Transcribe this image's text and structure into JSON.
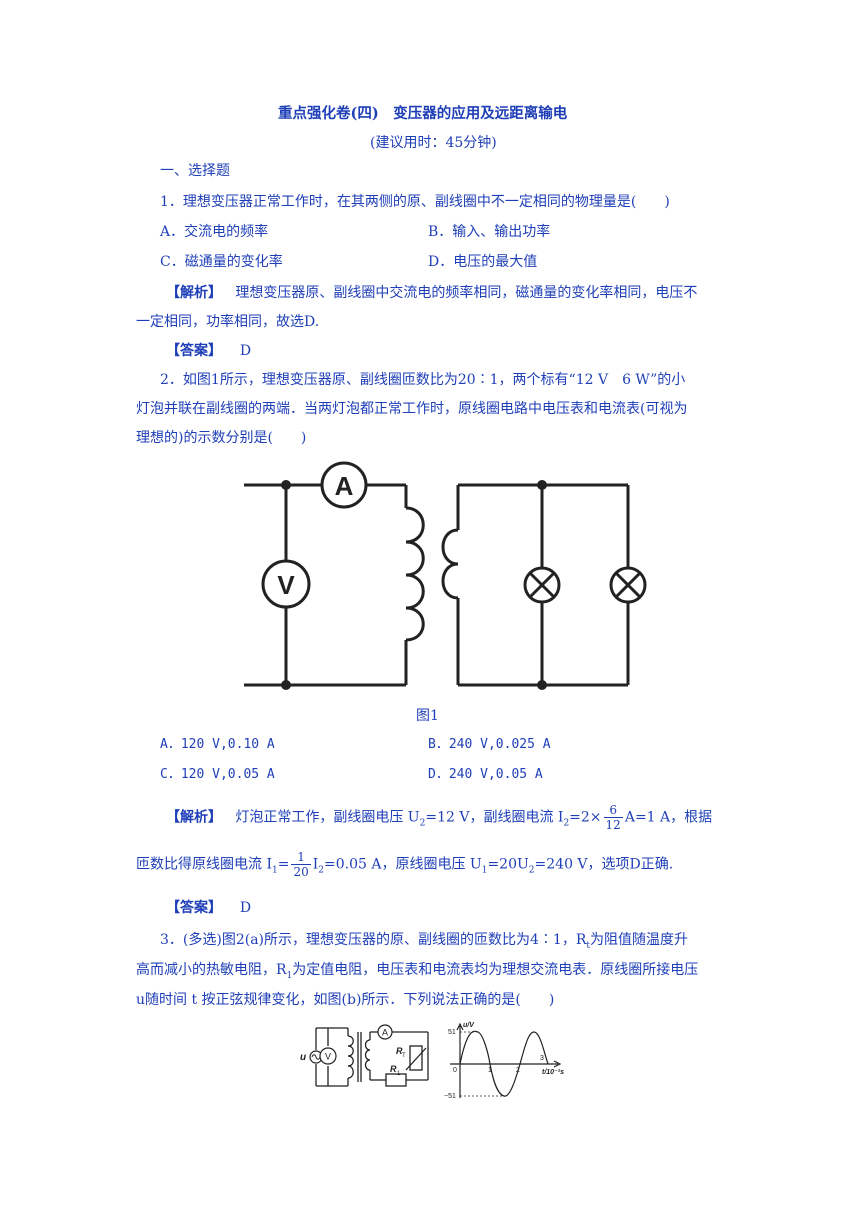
{
  "header": {
    "title": "重点强化卷(四)　变压器的应用及远距离输电",
    "subtitle": "(建议用时：45分钟)"
  },
  "section1": "一、选择题",
  "q1": {
    "stem": "1．理想变压器正常工作时，在其两侧的原、副线圈中不一定相同的物理量是(　　)",
    "options": [
      "A．交流电的频率",
      "B．输入、输出功率",
      "C．磁通量的变化率",
      "D．电压的最大值"
    ],
    "analysis_label": "【解析】",
    "analysis_line1": "理想变压器原、副线圈中交流电的频率相同，磁通量的变化率相同，电压不",
    "analysis_line2": "一定相同，功率相同，故选D.",
    "answer_label": "【答案】",
    "answer": "D"
  },
  "q2": {
    "stem_line1": "2．如图1所示，理想变压器原、副线圈匝数比为20∶1，两个标有“12 V　6 W”的小",
    "stem_line2": "灯泡并联在副线圈的两端．当两灯泡都正常工作时，原线圈电路中电压表和电流表(可视为",
    "stem_line3": "理想的)的示数分别是(　　)",
    "figure_caption": "图1",
    "ammeter_symbol": "A",
    "voltmeter_symbol": "V",
    "options": [
      "A．120 V,0.10 A",
      "B．240 V,0.025 A",
      "C．120 V,0.05 A",
      "D．240 V,0.05 A"
    ],
    "analysis_label": "【解析】",
    "analysis_line1_a": "灯泡正常工作，副线圈电压 U",
    "sub2": "2",
    "sub1": "1",
    "analysis_line1_b": "=12 V，副线圈电流 I",
    "analysis_line1_c": "=2×",
    "frac1_num": "6",
    "frac1_den": "12",
    "analysis_line1_d": "A=1 A，根据",
    "analysis_line2_a": "匝数比得原线圈电流 I",
    "analysis_line2_b": "=",
    "frac2_num": "1",
    "frac2_den": "20",
    "analysis_line2_c": "I",
    "analysis_line2_d": "=0.05 A，原线圈电压 U",
    "analysis_line2_e": "=20U",
    "analysis_line2_f": "=240 V，选项D正确.",
    "answer_label": "【答案】",
    "answer": "D"
  },
  "q3": {
    "stem_line1_a": "3．(多选)图2(a)所示，理想变压器的原、副线圈的匝数比为4∶1，R",
    "sub_t": "t",
    "stem_line1_b": "为阻值随温度升",
    "stem_line2_a": "高而减小的热敏电阻，R",
    "sub_1": "1",
    "stem_line2_b": "为定值电阻，电压表和电流表均为理想交流电表．原线圈所接电压",
    "stem_line3": "u随时间 t 按正弦规律变化，如图(b)所示．下列说法正确的是(　　)",
    "fig": {
      "u_label": "u",
      "ammeter": "A",
      "voltmeter": "V",
      "rt": "R",
      "rt_sub": "T",
      "r1": "R",
      "r1_sub": "1",
      "y_axis": "u/V",
      "x_axis": "t/10⁻²s",
      "y_max": "51",
      "y_min": "−51",
      "origin": "0",
      "ticks": [
        "1",
        "2",
        "3"
      ]
    }
  }
}
